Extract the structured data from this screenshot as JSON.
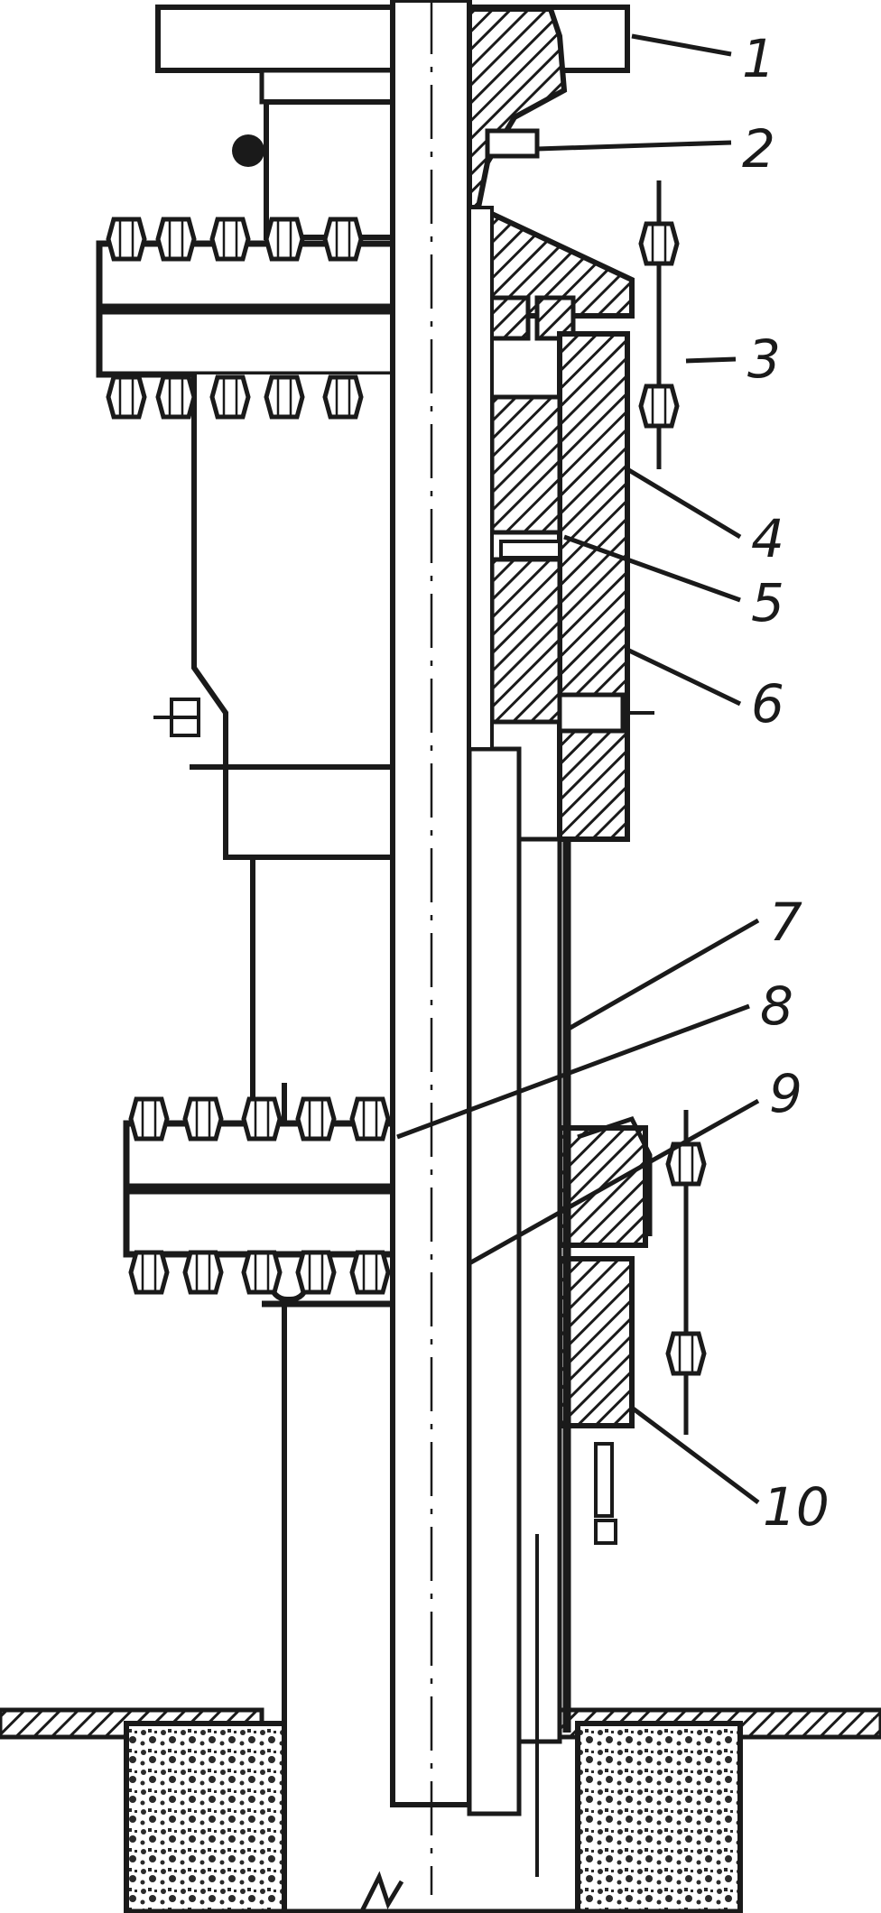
{
  "figure": {
    "callouts": [
      {
        "id": "1",
        "label": "1"
      },
      {
        "id": "2",
        "label": "2"
      },
      {
        "id": "3",
        "label": "3"
      },
      {
        "id": "4",
        "label": "4"
      },
      {
        "id": "5",
        "label": "5"
      },
      {
        "id": "6",
        "label": "6"
      },
      {
        "id": "7",
        "label": "7"
      },
      {
        "id": "8",
        "label": "8"
      },
      {
        "id": "9",
        "label": "9"
      },
      {
        "id": "10",
        "label": "10"
      }
    ],
    "colors": {
      "ink": "#1a1a1a",
      "paper": "#ffffff",
      "hatch": "#1a1a1a",
      "concrete": "#2a2a2a"
    }
  }
}
